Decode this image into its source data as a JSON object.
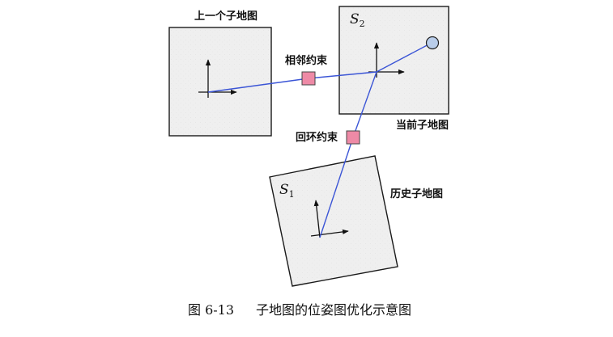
{
  "labels": {
    "prev_submap": "上一个子地图",
    "current_submap": "当前子地图",
    "history_submap": "历史子地图",
    "adjacent_constraint": "相邻约束",
    "loop_constraint": "回环约束",
    "s2_letter": "S",
    "s2_sub": "2",
    "s1_letter": "S",
    "s1_sub": "1"
  },
  "caption": {
    "number": "图 6-13",
    "text": "子地图的位姿图优化示意图"
  },
  "colors": {
    "submap_fill": "#f0f0f0",
    "submap_border": "#1a1a1a",
    "constraint_line": "#3b55d6",
    "constraint_node": "#ee8aa6",
    "robot_node": "#b9cdea"
  }
}
